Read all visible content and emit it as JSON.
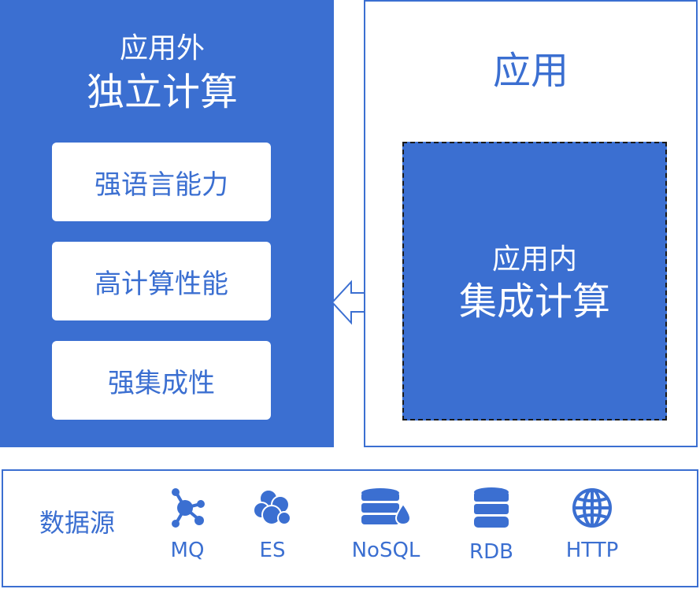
{
  "left_panel": {
    "subtitle": "应用外",
    "title": "独立计算",
    "features": [
      "强语言能力",
      "高计算性能",
      "强集成性"
    ]
  },
  "app_box": {
    "title": "应用",
    "inner_subtitle": "应用内",
    "inner_title": "集成计算"
  },
  "data_sources": {
    "label": "数据源",
    "items": [
      {
        "name": "MQ",
        "icon": "mq-network-icon"
      },
      {
        "name": "ES",
        "icon": "elasticsearch-cluster-icon"
      },
      {
        "name": "NoSQL",
        "icon": "nosql-database-icon"
      },
      {
        "name": "RDB",
        "icon": "rdb-database-icon"
      },
      {
        "name": "HTTP",
        "icon": "globe-icon"
      }
    ]
  },
  "colors": {
    "primary": "#3b6fd1",
    "white": "#ffffff",
    "dashed_border": "#1a1a1a"
  }
}
